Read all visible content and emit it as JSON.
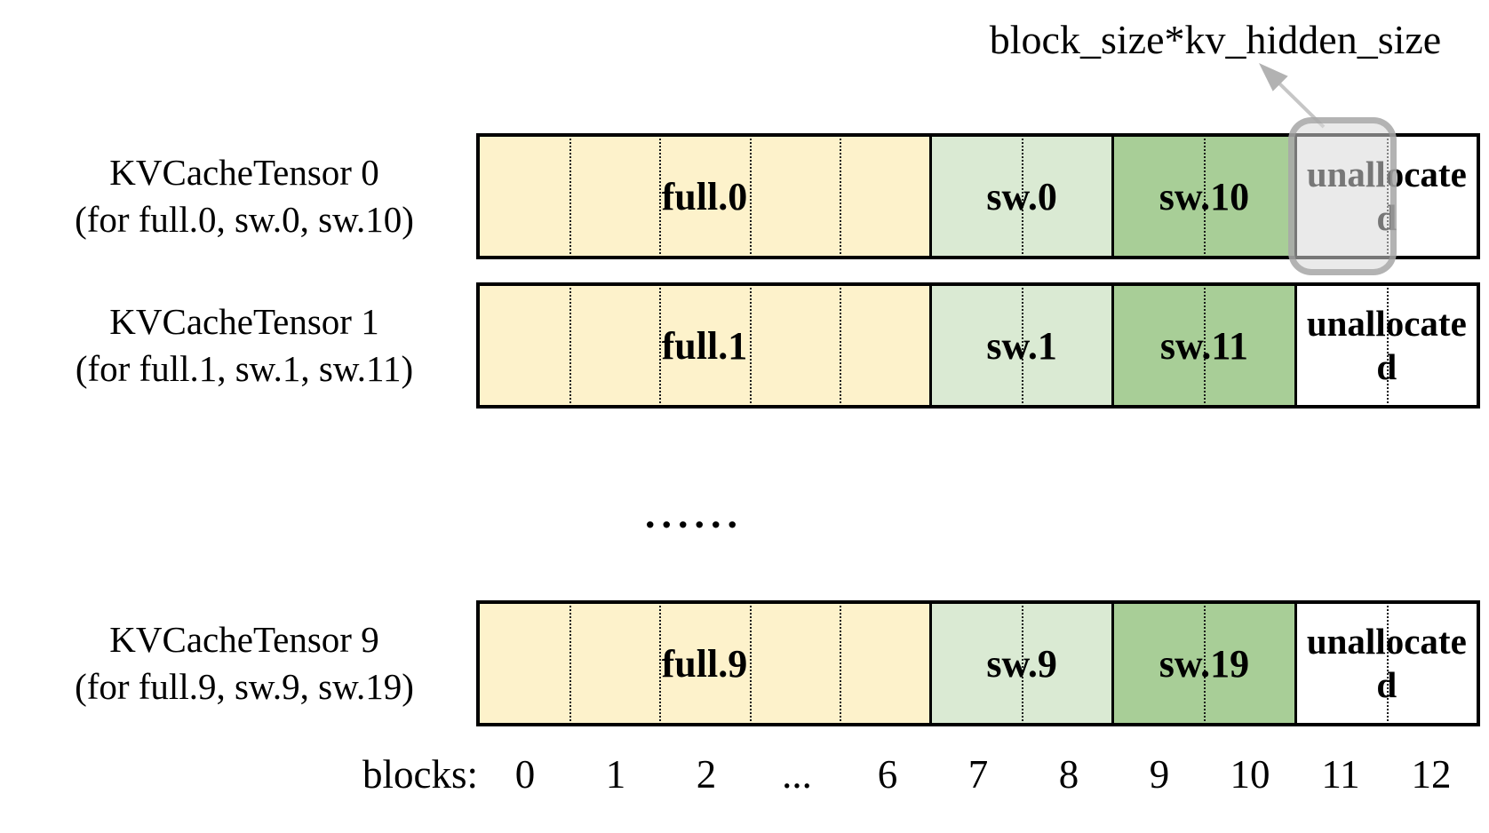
{
  "annotation": {
    "label": "block_size*kv_hidden_size",
    "arrow_icon": "up-left-arrow",
    "points_to": "highlighted block 11 of KVCacheTensor 0"
  },
  "tensors": [
    {
      "name": "KVCacheTensor 0",
      "subtitle": "(for full.0, sw.0, sw.10)",
      "segments": [
        {
          "label": "full.0",
          "kind": "full",
          "blocks": "0-6"
        },
        {
          "label": "sw.0",
          "kind": "sliding-window",
          "blocks": "7-8"
        },
        {
          "label": "sw.10",
          "kind": "sliding-window",
          "blocks": "9-10"
        },
        {
          "label": "unallocated",
          "kind": "unallocated",
          "blocks": "11-12"
        }
      ],
      "highlighted_block": "11"
    },
    {
      "name": "KVCacheTensor 1",
      "subtitle": "(for full.1, sw.1, sw.11)",
      "segments": [
        {
          "label": "full.1",
          "kind": "full",
          "blocks": "0-6"
        },
        {
          "label": "sw.1",
          "kind": "sliding-window",
          "blocks": "7-8"
        },
        {
          "label": "sw.11",
          "kind": "sliding-window",
          "blocks": "9-10"
        },
        {
          "label": "unallocated",
          "kind": "unallocated",
          "blocks": "11-12"
        }
      ]
    },
    {
      "name": "KVCacheTensor 9",
      "subtitle": "(for full.9, sw.9, sw.19)",
      "segments": [
        {
          "label": "full.9",
          "kind": "full",
          "blocks": "0-6"
        },
        {
          "label": "sw.9",
          "kind": "sliding-window",
          "blocks": "7-8"
        },
        {
          "label": "sw.19",
          "kind": "sliding-window",
          "blocks": "9-10"
        },
        {
          "label": "unallocated",
          "kind": "unallocated",
          "blocks": "11-12"
        }
      ]
    }
  ],
  "ellipsis": "......",
  "axis": {
    "label": "blocks:",
    "ticks": [
      "0",
      "1",
      "2",
      "...",
      "6",
      "7",
      "8",
      "9",
      "10",
      "11",
      "12"
    ]
  },
  "colors": {
    "full_segment": "#FDF2CB",
    "sw_light_segment": "#DAEAD3",
    "sw_dark_segment": "#A8CE97",
    "unallocated_segment": "#FFFFFF",
    "bar_border": "#000000",
    "highlight_fill": "#D8D8D8",
    "highlight_border": "#9E9E9E",
    "arrow": "#BFBFBF"
  }
}
